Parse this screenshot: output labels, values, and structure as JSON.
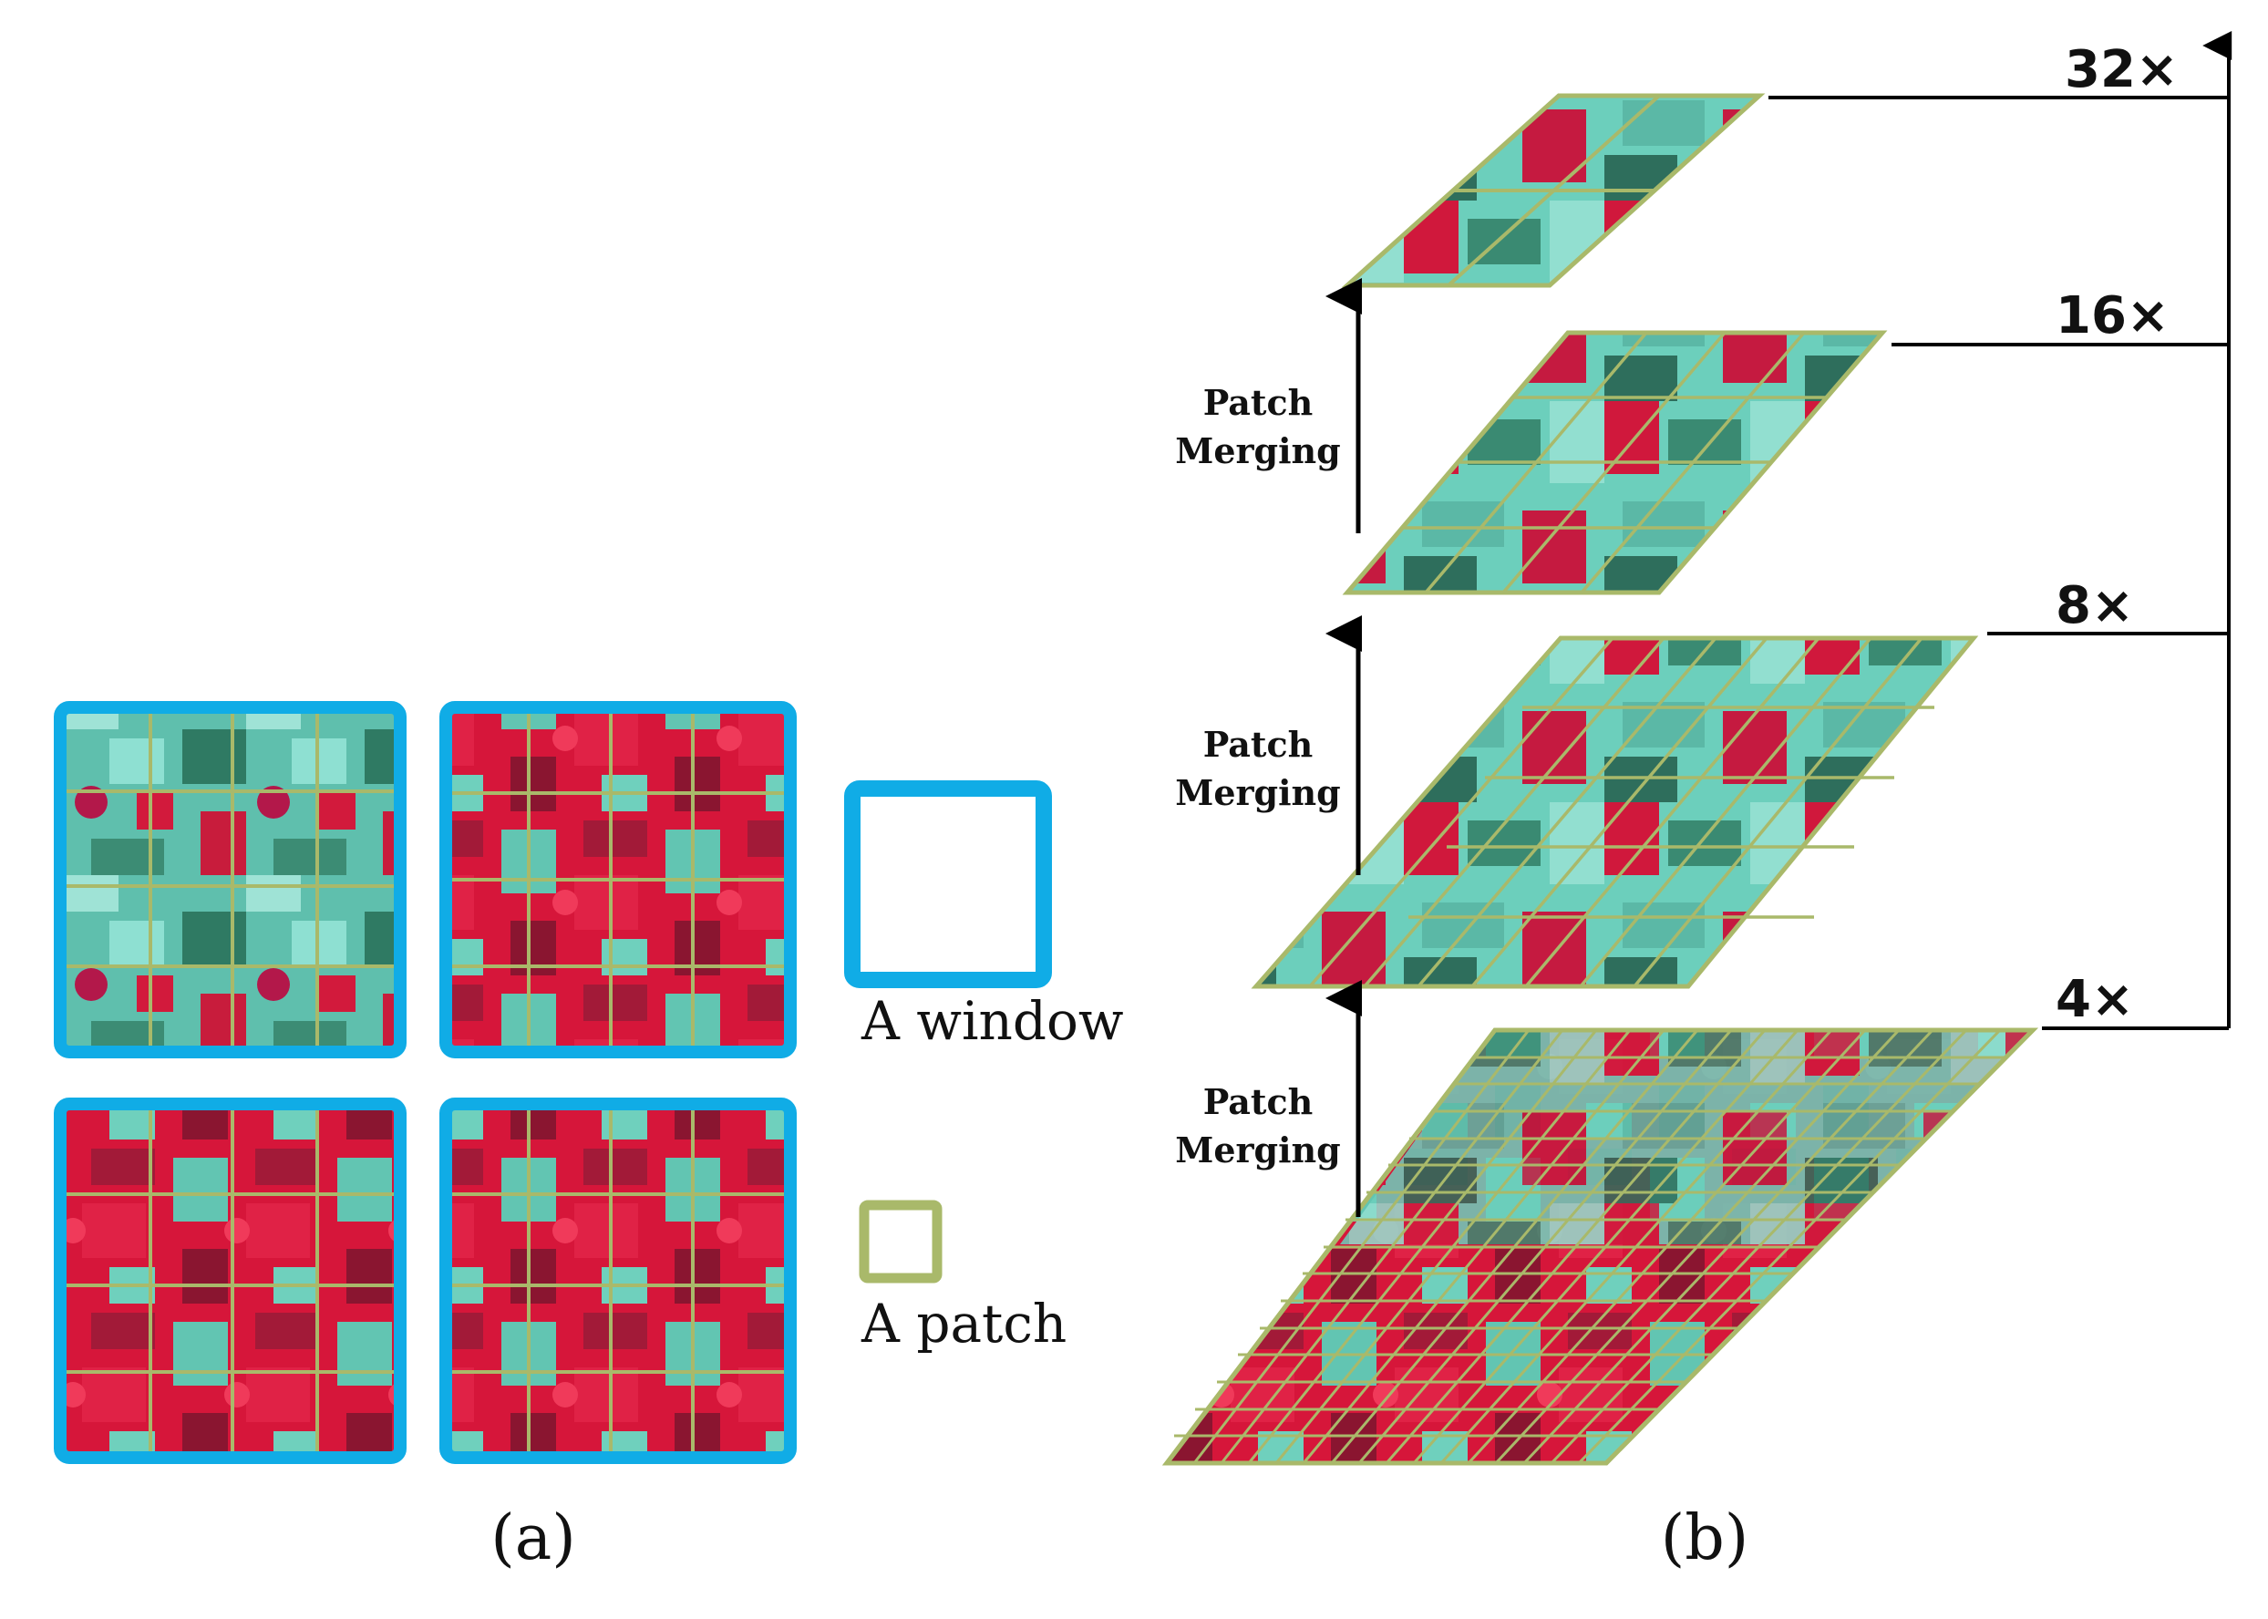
{
  "panel_a": {
    "caption": "(a)",
    "legend": {
      "window_label": "A window",
      "patch_label": "A patch"
    }
  },
  "panel_b": {
    "caption": "(b)",
    "merge_label_line1": "Patch",
    "merge_label_line2": "Merging",
    "scales": [
      "32×",
      "16×",
      "8×",
      "4×"
    ]
  },
  "colors": {
    "window_border": "#10ace6",
    "patch_grid": "#a9b96a",
    "vegetation_red": "#d8163a",
    "field_cyan": "#63c8b4",
    "dark_teal": "#2c6f5c",
    "arrow": "#000000"
  }
}
